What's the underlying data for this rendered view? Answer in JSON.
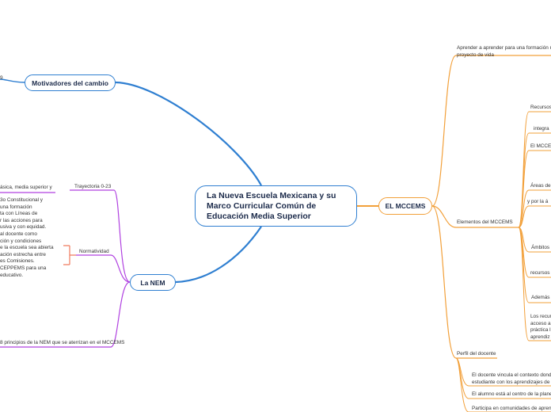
{
  "central": {
    "title": "La Nueva Escuela Mexicana y su Marco Curricular Común de Educación Media Superior"
  },
  "left": {
    "motivadores": "Motivadores del cambio",
    "motivadores_cut": "9",
    "nem": "La NEM",
    "trayectoria": "Trayectoria 0-23",
    "trayectoria_cut": "ásica, media superior y",
    "normatividad": "Normatividad",
    "norm_text": [
      "3o Constitucional y",
      "una formación",
      "ta con Líneas de",
      "r las acciones para",
      "usiva y con equidad.",
      "al docente como",
      "ción y condiciones",
      "e la escuela sea abierta",
      "ación estrecha entre",
      "es Comisiones.",
      "CEPPEMS para una",
      "educativo."
    ],
    "principios": "8 principios de la NEM que se aterrizan en el MCCEMS"
  },
  "right": {
    "mccems": "EL MCCEMS",
    "aprender": [
      "Aprender a aprender para una formación n",
      "proyecto de vida"
    ],
    "elementos": "Elementos del MCCEMS",
    "items": {
      "recursos": "Recursos",
      "integra": "integra",
      "el_mccem": "El MCCEM",
      "areas": "Áreas de",
      "yporla": "y por la á",
      "ambitos": "Ámbitos",
      "recursos2": "recursos s",
      "ademas": "Además c",
      "los_recur": [
        "Los recur",
        "acceso al",
        "práctica l",
        "aprendiz"
      ]
    },
    "perfil": "Perfil del docente",
    "perfil_items": {
      "vincula": [
        "El docente vincula el contexto donde",
        "estudiante con los aprendizajes de t"
      ],
      "centro": "El alumno está al centro de la plane",
      "participa": "Participa en comunidades de apren"
    }
  },
  "colors": {
    "blue": "#2f7fd1",
    "purple": "#b041e0",
    "orange": "#f2a03a",
    "red": "#ef7a5e"
  }
}
